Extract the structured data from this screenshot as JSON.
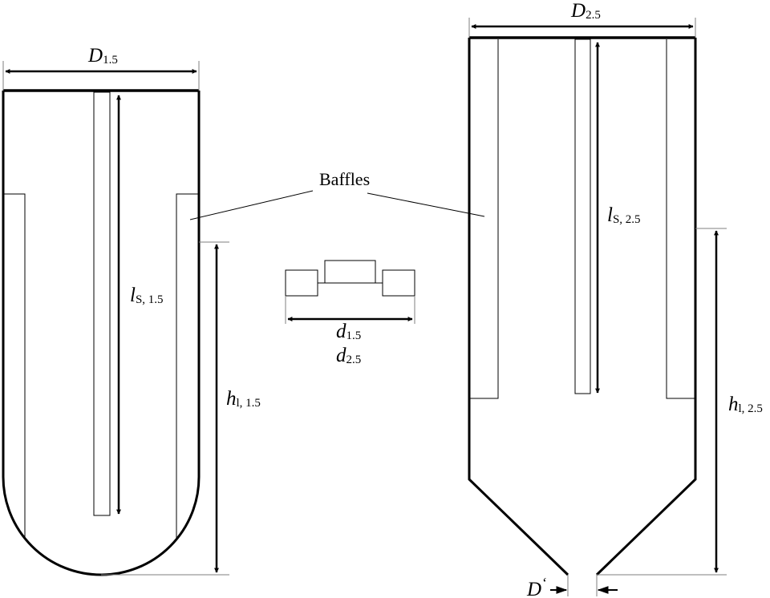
{
  "colors": {
    "stroke": "#000000",
    "thin_line": "#7f7f7f",
    "background": "#ffffff"
  },
  "labels": {
    "baffles": "Baffles",
    "D15": {
      "main": "D",
      "sub": "1.5"
    },
    "D25": {
      "main": "D",
      "sub": "2.5"
    },
    "ls15": {
      "main": "l",
      "sub": "S, 1.5"
    },
    "ls25": {
      "main": "l",
      "sub": "S, 2.5"
    },
    "hl15": {
      "main": "h",
      "sub": "l, 1.5"
    },
    "hl25": {
      "main": "h",
      "sub": "l, 2.5"
    },
    "d15": {
      "main": "d",
      "sub": "1.5"
    },
    "d25": {
      "main": "d",
      "sub": "2.5"
    },
    "Dprime": {
      "main": "D",
      "sub": "‘"
    }
  }
}
